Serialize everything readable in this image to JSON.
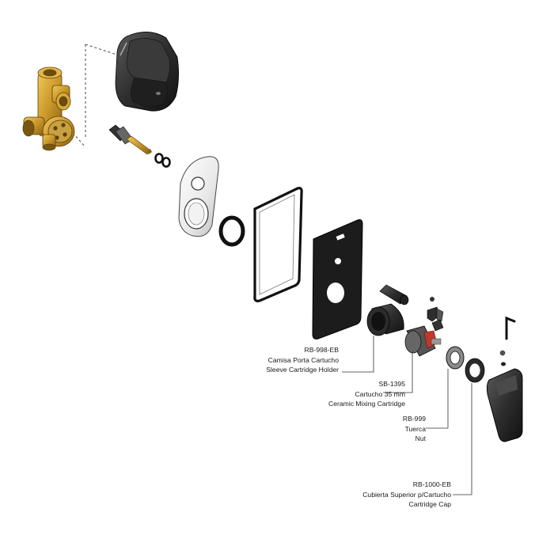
{
  "colors": {
    "brass": "#c9972a",
    "brass_dark": "#8a6414",
    "black_part": "#222222",
    "leader_line": "#333333",
    "cartridge_red": "#c0392b"
  },
  "callouts": [
    {
      "id": "rb-998-eb",
      "code": "RB-998-EB",
      "name_es": "Camisa Porta Cartucho",
      "name_en": "Sleeve Cartridge Holder"
    },
    {
      "id": "sb-1395",
      "code": "SB-1395",
      "name_es": "Cartucho 35 mm",
      "name_en": "Ceramic Mixing Cartridge"
    },
    {
      "id": "rb-999",
      "code": "RB-999",
      "name_es": "Tuerca",
      "name_en": "Nut"
    },
    {
      "id": "rb-1000-eb",
      "code": "RB-1000-EB",
      "name_es": "Cubierta Superior p/Cartucho",
      "name_en": "Cartridge Cap"
    }
  ]
}
